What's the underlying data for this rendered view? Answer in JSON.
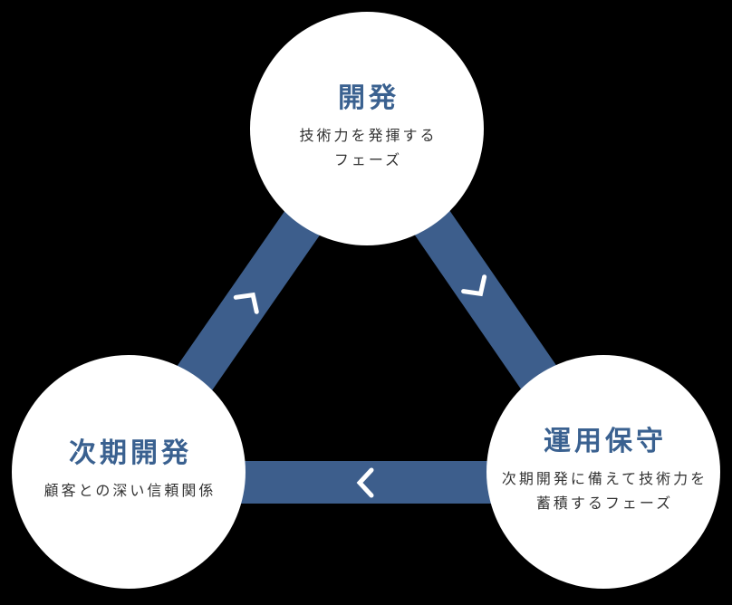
{
  "colors": {
    "background": "#000000",
    "circle": "#ffffff",
    "band": "#3D5E8C",
    "chevron": "#ffffff",
    "title": "#3A6190",
    "subtitle": "#333333"
  },
  "nodes": [
    {
      "id": "development",
      "title": "開発",
      "subtitle_lines": [
        "技術力を発揮する",
        "フェーズ"
      ]
    },
    {
      "id": "next-development",
      "title": "次期開発",
      "subtitle_lines": [
        "顧客との深い信頼関係"
      ]
    },
    {
      "id": "operation-maintenance",
      "title": "運用保守",
      "subtitle_lines": [
        "次期開発に備えて技術力を",
        "蓄積するフェーズ"
      ]
    }
  ],
  "connectors": [
    {
      "from": "next-development",
      "to": "development",
      "arrow_direction": "up-right"
    },
    {
      "from": "development",
      "to": "operation-maintenance",
      "arrow_direction": "down-right"
    },
    {
      "from": "operation-maintenance",
      "to": "next-development",
      "arrow_direction": "left"
    }
  ]
}
